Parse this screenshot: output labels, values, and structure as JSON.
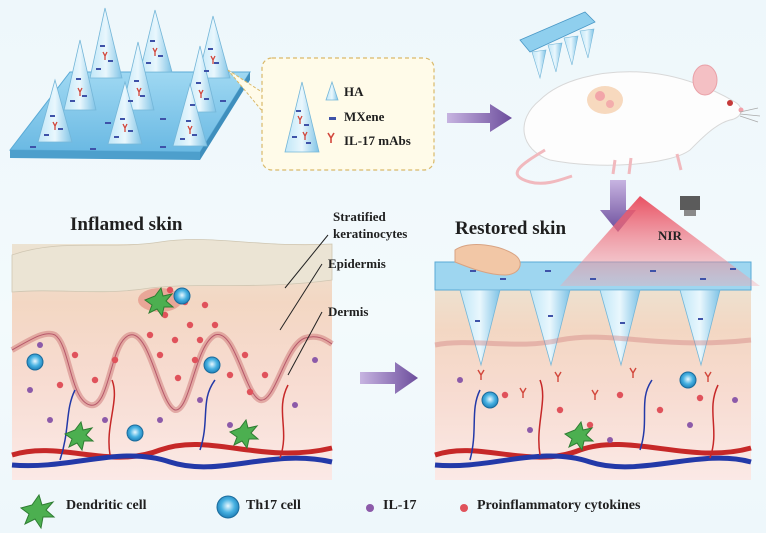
{
  "legend_box": {
    "ha": "HA",
    "mxene": "MXene",
    "il17_mabs": "IL-17 mAbs"
  },
  "left_panel": {
    "title": "Inflamed skin",
    "layer_labels": {
      "stratified": "Stratified keratinocytes",
      "stratified_line1": "Stratified",
      "stratified_line2": "keratinocytes",
      "epidermis": "Epidermis",
      "dermis": "Dermis"
    }
  },
  "right_panel": {
    "title": "Restored skin",
    "nir": "NIR"
  },
  "bottom_legend": {
    "dendritic": "Dendritic cell",
    "th17": "Th17 cell",
    "il17": "IL-17",
    "cytokines": "Proinflammatory cytokines"
  },
  "colors": {
    "patch_blue": "#8fcfee",
    "arrow_purple": "#7e64a8",
    "cytokine_red": "#e0525b",
    "il17_purple": "#8c5aa9",
    "dendritic_green": "#4caf50",
    "th17_blue": "#2c98cf",
    "vessel_red": "#c62828",
    "vessel_blue": "#2339a8"
  }
}
